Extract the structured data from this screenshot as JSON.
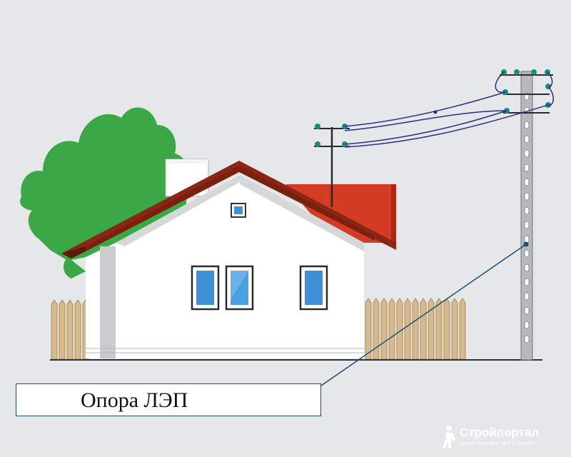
{
  "callout": {
    "label": "Опора ЛЭП"
  },
  "watermark": {
    "name": "Стройпортал",
    "tagline": "ничего лишнего · всё о стройке"
  },
  "colors": {
    "background": "#e6e7e9",
    "tree": "#3aa847",
    "roof": "#8b2616",
    "roof_secondary": "#d33b22",
    "wall": "#ffffff",
    "wall_shadow": "#c9cbcd",
    "window_glass": "#3f8fd6",
    "fence": "#d7b98a",
    "pole": "#b6b8ba",
    "wire": "#2a2f8a",
    "insulator": "#1c8c7c",
    "callout_border": "#1d4d7a"
  }
}
